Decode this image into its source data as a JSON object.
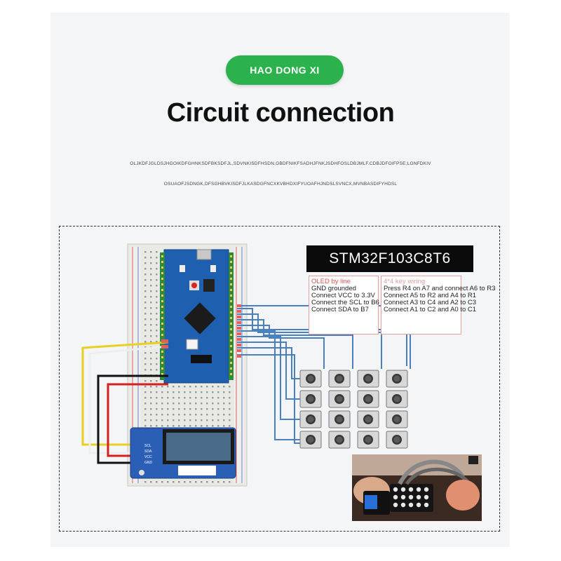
{
  "brand": {
    "label": "HAO DONG XI"
  },
  "title": "Circuit connection",
  "filler_lines": [
    "OLJKDFJGLDSJHGOIKDFGHNKSDFBKSDFJL,SDVNKISDFHSDN,GBDFNIKFSADHJFNKJSDHFOSLDBJMLF.CDBJDFOIFPSE;LGNFDKIV",
    "OSUAOFJSDNGK,DFSGHBVKISDFJLKASDGFNCXKVBHDXIFYUOAFHJNDSLSVNCX,MVNBASDIFYHDSL"
  ],
  "diagram": {
    "mcu_label": "STM32F103C8T6",
    "oled_note": {
      "heading": "OLED by line",
      "lines": [
        "GND grounded",
        "Connect VCC to 3.3V",
        "Connect the SCL to B6",
        "Connect SDA to B7"
      ]
    },
    "keys_note": {
      "heading": "4*4 key wiring",
      "lines": [
        "Press R4 on A7 and connect A6 to R3",
        "Connect A5 to R2 and A4 to R1",
        "Connect A3 to C4 and A2 to C3",
        "Connect A1 to C2 and A0 to C1"
      ]
    },
    "oled_pins": [
      "SCL",
      "SDA",
      "VCC",
      "GND"
    ],
    "keypad": {
      "rows": 4,
      "cols": 4
    }
  },
  "colors": {
    "brand_green": "#2bb24c",
    "wire_blue": "#4a7fc0",
    "wire_yellow": "#e8d020",
    "wire_red": "#d42020",
    "wire_black": "#111111",
    "board_blue": "#1f5fb0"
  }
}
